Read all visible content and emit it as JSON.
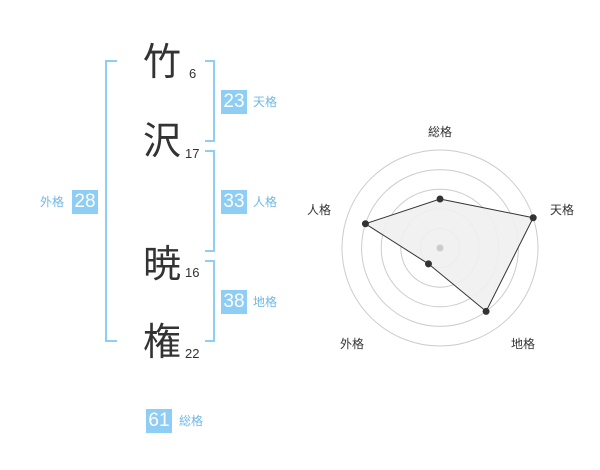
{
  "name": {
    "characters": [
      {
        "char": "竹",
        "strokes": "6"
      },
      {
        "char": "沢",
        "strokes": "17"
      },
      {
        "char": "暁",
        "strokes": "16"
      },
      {
        "char": "権",
        "strokes": "22"
      }
    ]
  },
  "fortunes": {
    "tenkaku": {
      "value": "23",
      "label": "天格"
    },
    "jinkaku": {
      "value": "33",
      "label": "人格"
    },
    "chikaku": {
      "value": "38",
      "label": "地格"
    },
    "gaikaku": {
      "value": "28",
      "label": "外格"
    },
    "soukaku": {
      "value": "61",
      "label": "総格"
    }
  },
  "chart_data": {
    "type": "radar",
    "axes": [
      "総格",
      "天格",
      "地格",
      "外格",
      "人格"
    ],
    "values": [
      2.5,
      5,
      4,
      1,
      4
    ],
    "max": 5,
    "rings": 5,
    "colors": {
      "fill": "#f0f0f0",
      "stroke": "#333333",
      "ring": "#cccccc",
      "point": "#333333"
    }
  }
}
